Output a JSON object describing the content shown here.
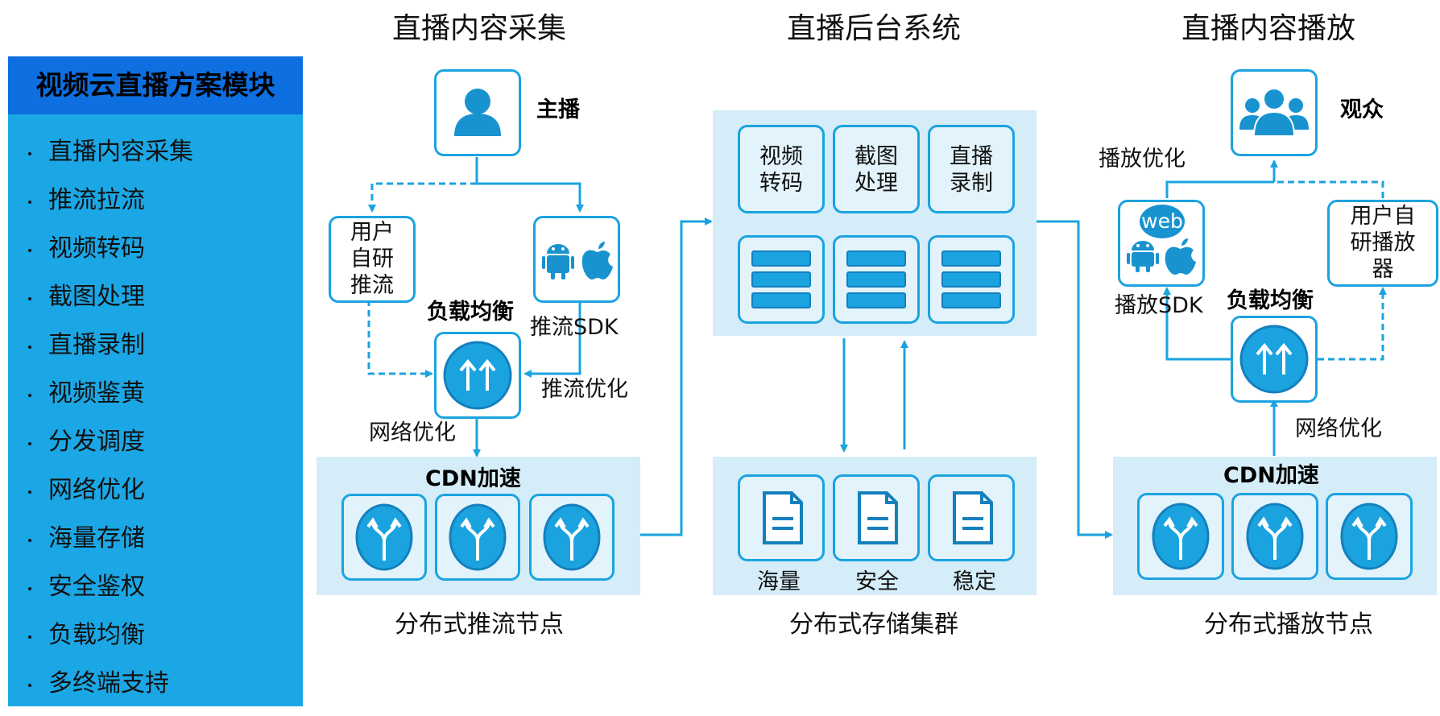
{
  "sidebar": {
    "title": "视频云直播方案模块",
    "items": [
      "直播内容采集",
      "推流拉流",
      "视频转码",
      "截图处理",
      "直播录制",
      "视频鉴黄",
      "分发调度",
      "网络优化",
      "海量存储",
      "安全鉴权",
      "负载均衡",
      "多终端支持"
    ]
  },
  "collect": {
    "title": "直播内容采集",
    "anchor_label": "主播",
    "user_push": [
      "用户",
      "自研",
      "推流"
    ],
    "push_sdk": "推流SDK",
    "load_balance": "负载均衡",
    "push_opt": "推流优化",
    "net_opt": "网络优化",
    "cdn": "CDN加速",
    "caption": "分布式推流节点"
  },
  "backend": {
    "title": "直播后台系统",
    "modules": [
      [
        "视频",
        "转码"
      ],
      [
        "截图",
        "处理"
      ],
      [
        "直播",
        "录制"
      ]
    ],
    "storage_labels": [
      "海量",
      "安全",
      "稳定"
    ],
    "caption": "分布式存储集群"
  },
  "playback": {
    "title": "直播内容播放",
    "audience_label": "观众",
    "play_opt": "播放优化",
    "web": "web",
    "play_sdk": "播放SDK",
    "user_player": [
      "用户自",
      "研播放",
      "器"
    ],
    "load_balance": "负载均衡",
    "net_opt": "网络优化",
    "cdn": "CDN加速",
    "caption": "分布式播放节点"
  },
  "colors": {
    "accent": "#1ba3e0",
    "sidebar_bg": "#1ba7e5",
    "sidebar_head": "#0e6fe0",
    "panel": "#d4edf8",
    "icon_fill": "#1893d0"
  }
}
